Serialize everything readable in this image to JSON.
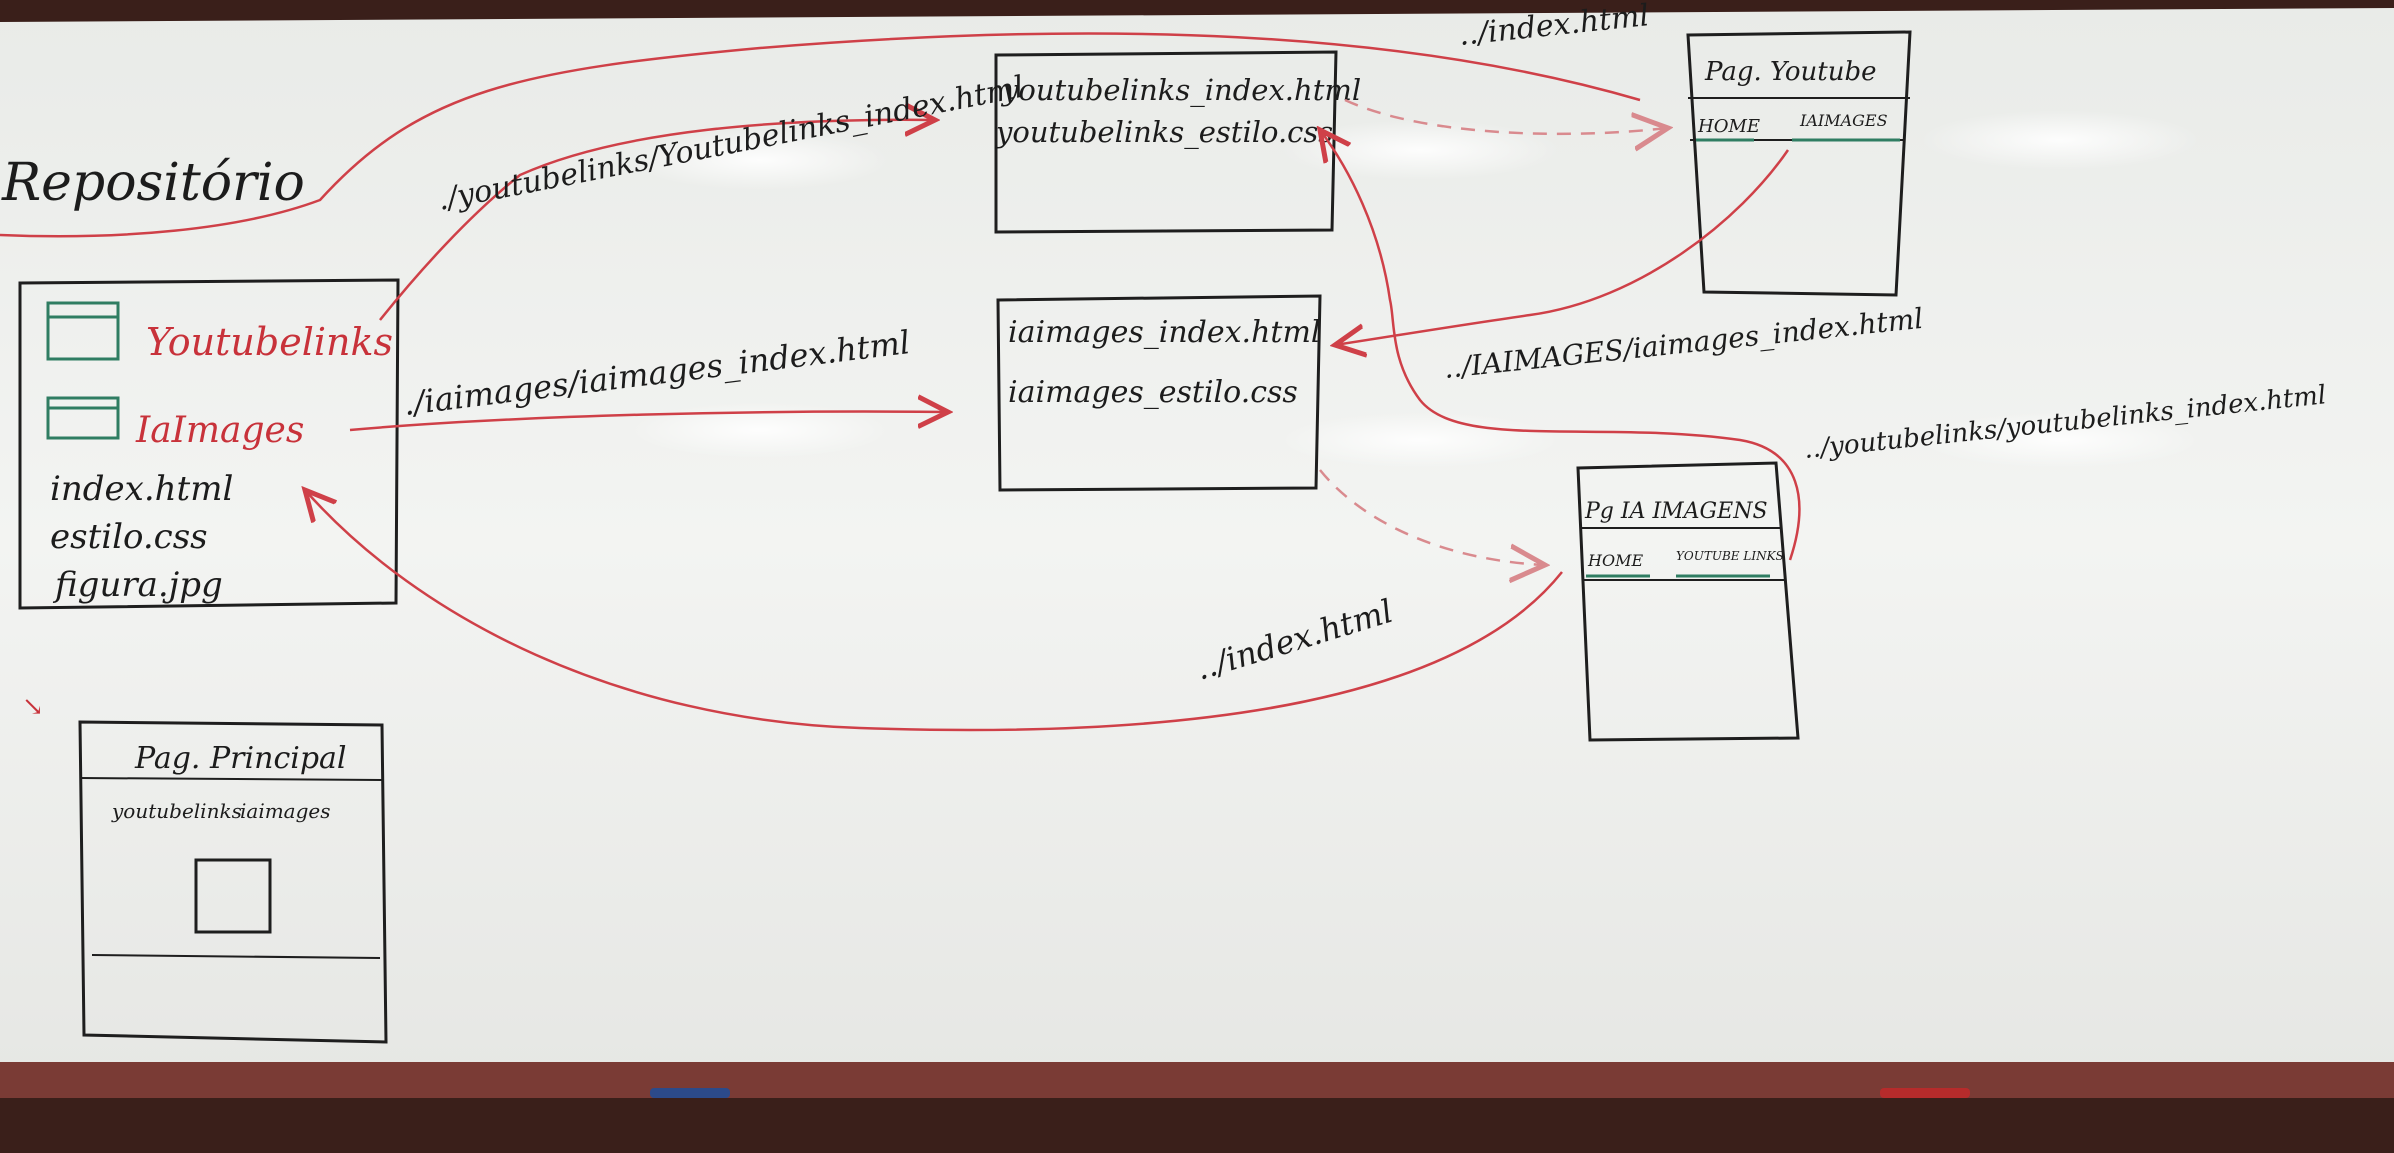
{
  "repo": {
    "title": "Repositório",
    "folders": [
      {
        "label": "Youtubelinks",
        "icon": "folder-icon"
      },
      {
        "label": "IaImages",
        "icon": "folder-icon"
      }
    ],
    "files": [
      "index.html",
      "estilo.css",
      "figura.jpg"
    ]
  },
  "main_page": {
    "title": "Pag. Principal",
    "links": [
      "youtubelinks",
      "iaimages"
    ]
  },
  "youtube_folder": {
    "files": [
      "youtubelinks_index.html",
      "youtubelinks_estilo.css"
    ]
  },
  "ia_folder": {
    "files": [
      "iaimages_index.html",
      "iaimages_estilo.css"
    ]
  },
  "youtube_page": {
    "title": "Pag. Youtube",
    "links": [
      "HOME",
      "IAIMAGES"
    ]
  },
  "ia_page": {
    "title": "Pg IA IMAGENS",
    "links": [
      "HOME",
      "YOUTUBE LINKS"
    ]
  },
  "arrow_labels": {
    "repo_to_youtube": "./youtubelinks/Youtubelinks_index.html",
    "repo_to_ia": "./iaimages/iaimages_index.html",
    "youtube_home": "../index.html",
    "youtube_to_ia": "../IAIMAGES/iaimages_index.html",
    "ia_to_youtube": "../youtubelinks/youtubelinks_index.html",
    "ia_home": "../index.html"
  },
  "colors": {
    "board": "#f1f2ef",
    "frame": "#3a1f1a",
    "marker_red": "#cf4048",
    "marker_green": "#2f7d62",
    "marker_black": "#1e1e1e"
  }
}
